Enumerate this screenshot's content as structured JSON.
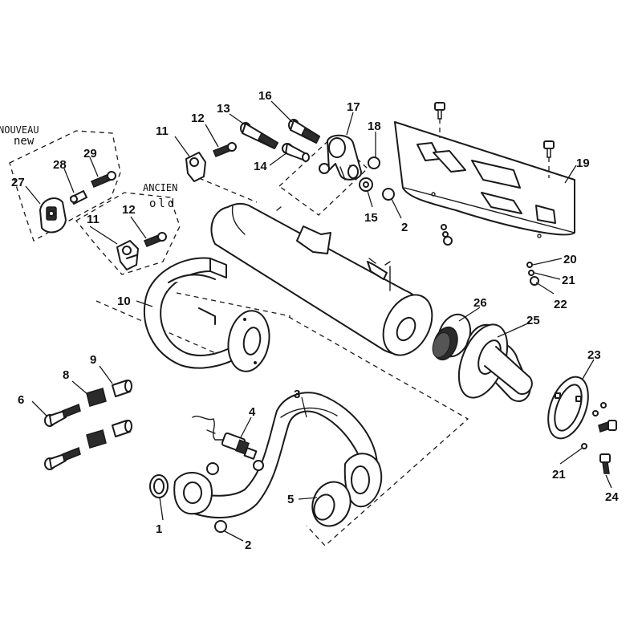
{
  "diagram": {
    "notes": {
      "new_fr": "NOUVEAU",
      "new_en": "new",
      "old_fr": "ANCIEN",
      "old_en": "old"
    },
    "callouts": [
      {
        "id": "c1",
        "text": "1"
      },
      {
        "id": "c2a",
        "text": "2"
      },
      {
        "id": "c2b",
        "text": "2"
      },
      {
        "id": "c3",
        "text": "3"
      },
      {
        "id": "c4",
        "text": "4"
      },
      {
        "id": "c5",
        "text": "5"
      },
      {
        "id": "c6",
        "text": "6"
      },
      {
        "id": "c8",
        "text": "8"
      },
      {
        "id": "c9",
        "text": "9"
      },
      {
        "id": "c10",
        "text": "10"
      },
      {
        "id": "c11a",
        "text": "11"
      },
      {
        "id": "c11b",
        "text": "11"
      },
      {
        "id": "c12a",
        "text": "12"
      },
      {
        "id": "c12b",
        "text": "12"
      },
      {
        "id": "c13",
        "text": "13"
      },
      {
        "id": "c14",
        "text": "14"
      },
      {
        "id": "c15",
        "text": "15"
      },
      {
        "id": "c16",
        "text": "16"
      },
      {
        "id": "c17",
        "text": "17"
      },
      {
        "id": "c18",
        "text": "18"
      },
      {
        "id": "c19",
        "text": "19"
      },
      {
        "id": "c20",
        "text": "20"
      },
      {
        "id": "c21a",
        "text": "21"
      },
      {
        "id": "c21b",
        "text": "21"
      },
      {
        "id": "c22",
        "text": "22"
      },
      {
        "id": "c23",
        "text": "23"
      },
      {
        "id": "c24",
        "text": "24"
      },
      {
        "id": "c25",
        "text": "25"
      },
      {
        "id": "c26",
        "text": "26"
      },
      {
        "id": "c27",
        "text": "27"
      },
      {
        "id": "c28",
        "text": "28"
      },
      {
        "id": "c29",
        "text": "29"
      }
    ]
  }
}
